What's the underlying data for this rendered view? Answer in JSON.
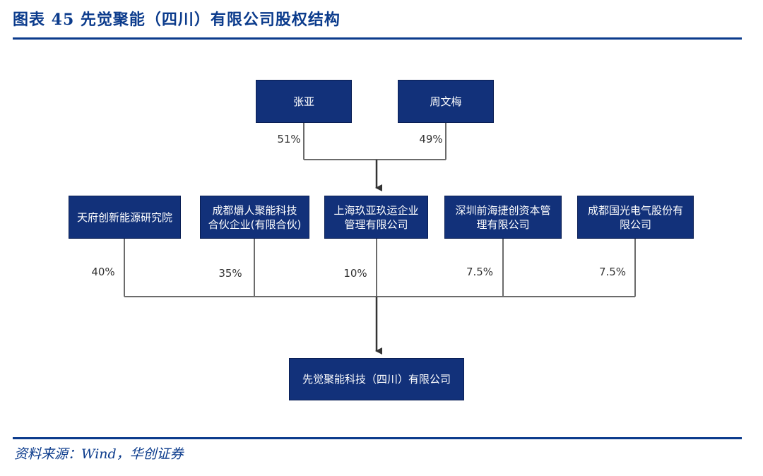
{
  "title": "图表 45 先觉聚能（四川）有限公司股权结构",
  "source": "资料来源：Wind，华创证券",
  "top_holders": [
    {
      "name": "张亚",
      "pct": "51%"
    },
    {
      "name": "周文梅",
      "pct": "49%"
    }
  ],
  "mid_holders": [
    {
      "name": "天府创新能源研究院",
      "pct": "40%"
    },
    {
      "name": "成都爝人聚能科技合伙企业(有限合伙)",
      "pct": "35%"
    },
    {
      "name": "上海玖亚玖运企业管理有限公司",
      "pct": "10%"
    },
    {
      "name": "深圳前海捷创资本管理有限公司",
      "pct": "7.5%"
    },
    {
      "name": "成都国光电气股份有限公司",
      "pct": "7.5%"
    }
  ],
  "target": {
    "name": "先觉聚能科技（四川）有限公司"
  },
  "colors": {
    "accent": "#0b3b8c",
    "box": "#12317a",
    "line": "#6b6b6b"
  }
}
